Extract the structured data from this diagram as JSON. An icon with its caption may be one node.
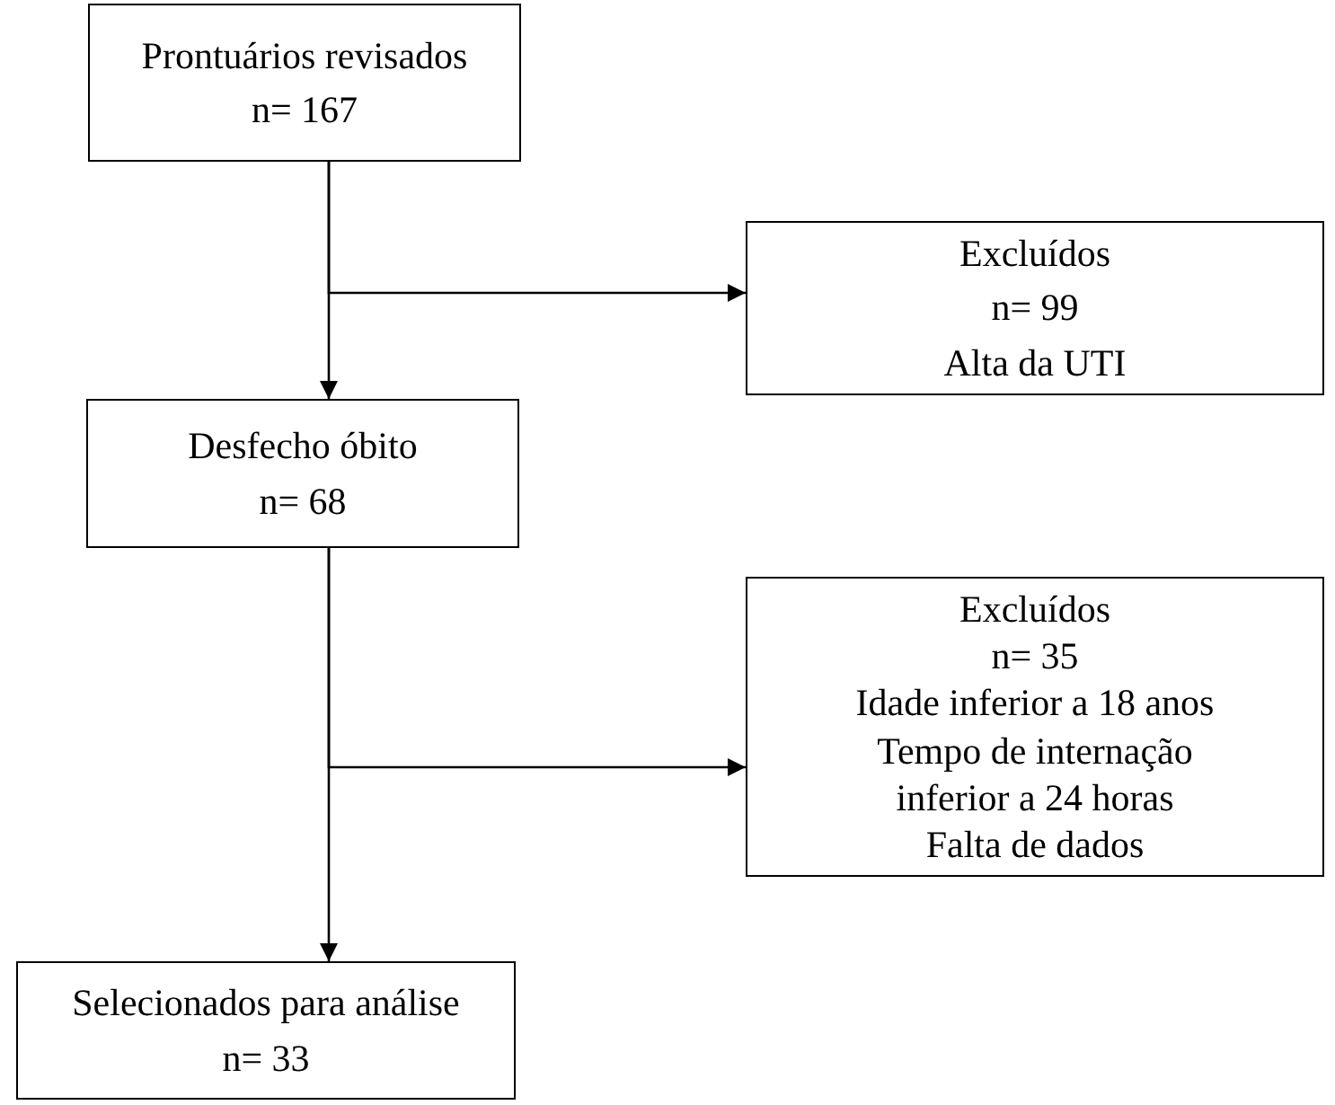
{
  "diagram": {
    "nodes": [
      {
        "text": [
          "Prontuários revisados",
          "n= 167"
        ]
      },
      {
        "text": [
          "Excluídos",
          "n= 99",
          "Alta da UTI"
        ]
      },
      {
        "text": [
          "Desfecho óbito",
          "n= 68"
        ]
      },
      {
        "text": [
          "Excluídos",
          "n= 35",
          "Idade inferior a 18 anos",
          "Tempo de internação inferior a 24 horas",
          "Falta de dados"
        ]
      },
      {
        "text": [
          "Selecionados para análise",
          "n= 33"
        ]
      }
    ],
    "edges": [
      {
        "from": 0,
        "to": 1,
        "arrow": "to"
      },
      {
        "from": 0,
        "to": 2,
        "arrow": "to"
      },
      {
        "from": 2,
        "to": 3,
        "arrow": "to"
      },
      {
        "from": 2,
        "to": 4,
        "arrow": "to"
      }
    ]
  }
}
